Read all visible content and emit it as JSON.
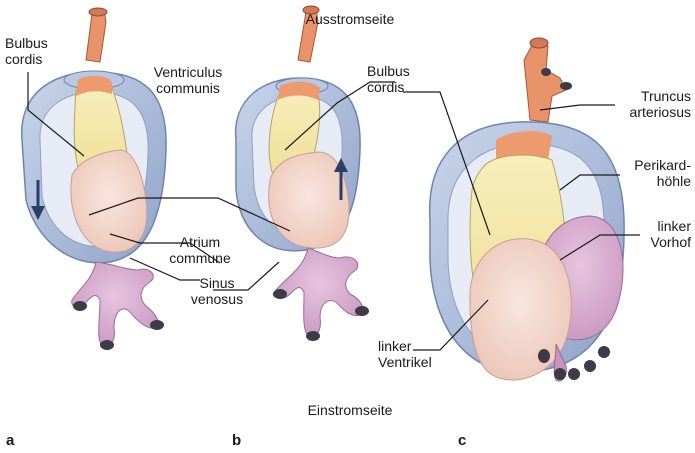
{
  "top_label": "Ausstromseite",
  "bottom_label": "Einstromseite",
  "panels": [
    "a",
    "b",
    "c"
  ],
  "labels": {
    "bulbus_a": [
      "Bulbus",
      "cordis"
    ],
    "ventriculus": [
      "Ventriculus",
      "communis"
    ],
    "bulbus_b": [
      "Bulbus",
      "cordis"
    ],
    "truncus": [
      "Truncus",
      "arteriosus"
    ],
    "perikard": [
      "Perikard-",
      "höhle"
    ],
    "vorhof": [
      "linker",
      "Vorhof"
    ],
    "atrium": [
      "Atrium",
      "commune"
    ],
    "sinus": [
      "Sinus",
      "venosus"
    ],
    "ventrikel": [
      "linker",
      "Ventrikel"
    ]
  },
  "colors": {
    "pericardium": "#aebfdd",
    "pericardium_edge": "#6f84ad",
    "bulbus": "#f4e7a6",
    "ventricle": "#f3d6cc",
    "atrium": "#d9b0d3",
    "vessel": "#e68e66"
  }
}
